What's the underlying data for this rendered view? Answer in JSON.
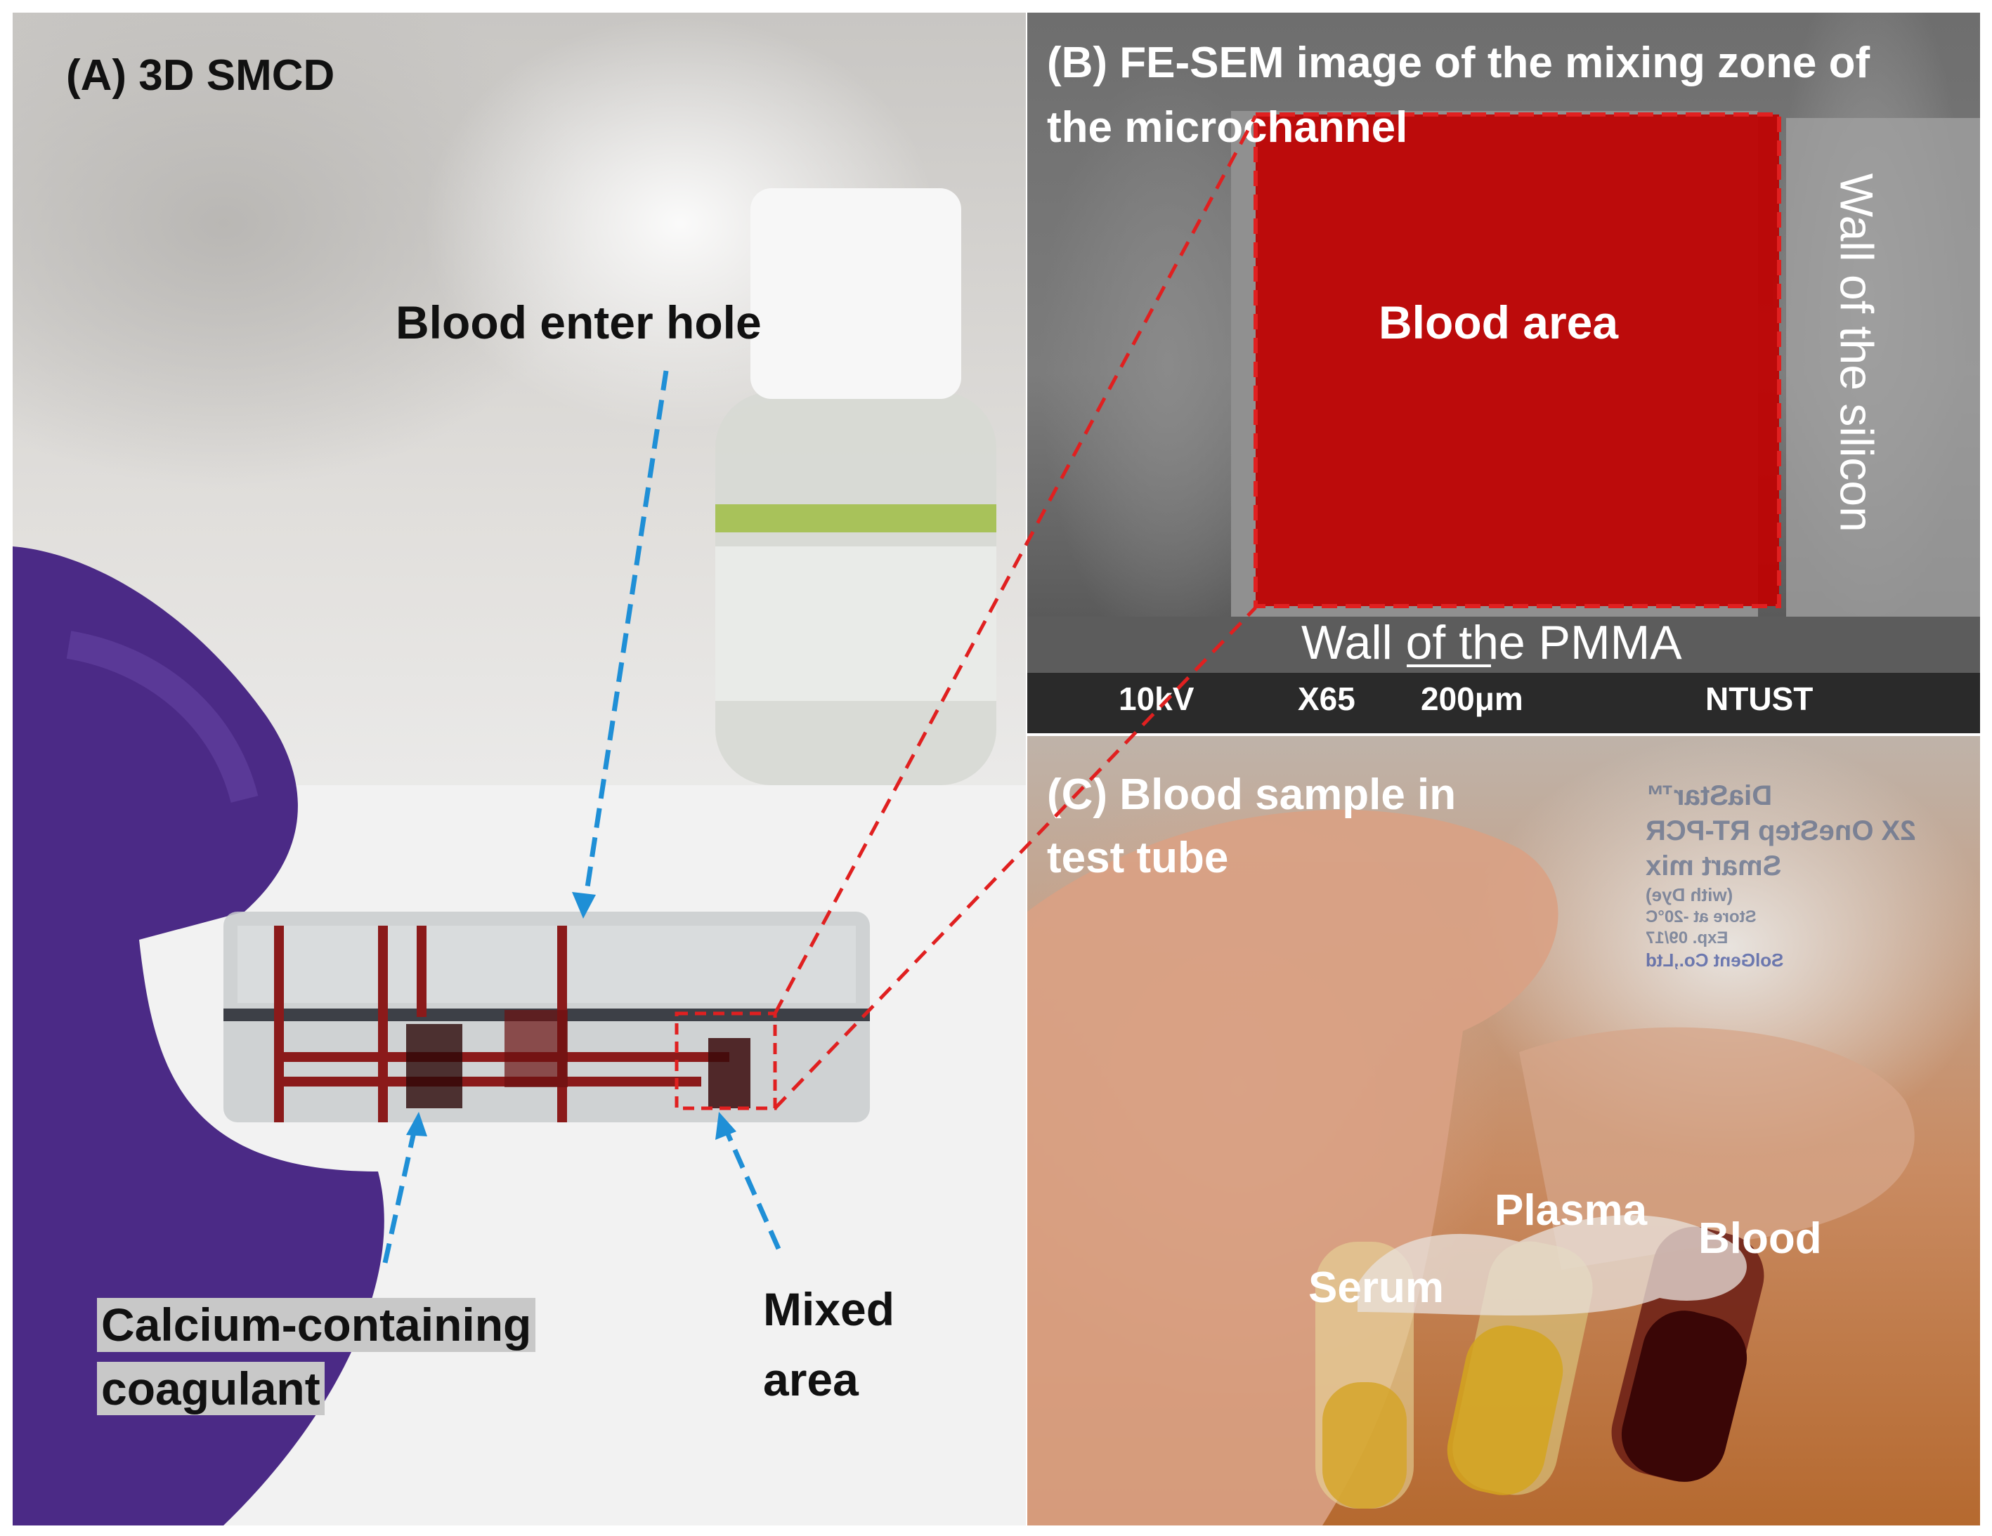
{
  "panels": {
    "a": {
      "title": "(A) 3D SMCD",
      "labels": {
        "blood_enter_hole": "Blood enter hole",
        "coagulant_line1": "Calcium-containing",
        "coagulant_line2": "coagulant",
        "mixed_line1": "Mixed",
        "mixed_line2": "area"
      }
    },
    "b": {
      "title_line1": "(B) FE-SEM image of the mixing zone of",
      "title_line2": "the microchannel",
      "blood_area": "Blood area",
      "wall_silicon": "Wall of the silicon",
      "wall_pmma": "Wall of the PMMA",
      "info_bar": {
        "voltage": "10kV",
        "magnification": "X65",
        "scale": "200μm",
        "institution": "NTUST"
      }
    },
    "c": {
      "title_line1": "(C) Blood sample in",
      "title_line2": "test tube",
      "tubes": [
        "Serum",
        "Plasma",
        "Blood"
      ],
      "bag_text": [
        "DiaStar™",
        "2X OneStep RT-PCR",
        "Smart mix",
        "(with Dye)",
        "Store at -20°C",
        "Exp. 09/17",
        "SolGent Co.,Ltd"
      ]
    }
  },
  "colors": {
    "blood_overlay": "#c00000",
    "dashed_red": "#e02020",
    "dashed_blue": "#1f8fd6",
    "glove": "#4b2a86"
  }
}
